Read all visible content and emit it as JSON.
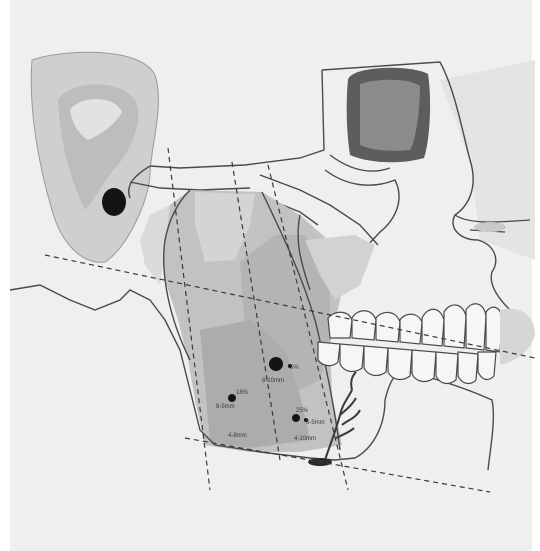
{
  "diagram": {
    "labels": {
      "p1_pct": "5%",
      "p1_mm": "8-10mm",
      "p2_pct": "18%",
      "p2_mm": "8-5mm",
      "p3_pct": "25%",
      "p3_mm": "6-5mm",
      "bottom_left": "4-8mm",
      "bottom_right": "4-10mm"
    },
    "colors": {
      "paper": "#efefed",
      "outline": "#4a4a4a",
      "shade_light": "#d8d8d6",
      "shade_mid": "#bdbdbb",
      "shade_dark": "#a9a9a7",
      "dot": "#141414",
      "tooth_fill": "#f6f6f4"
    }
  }
}
